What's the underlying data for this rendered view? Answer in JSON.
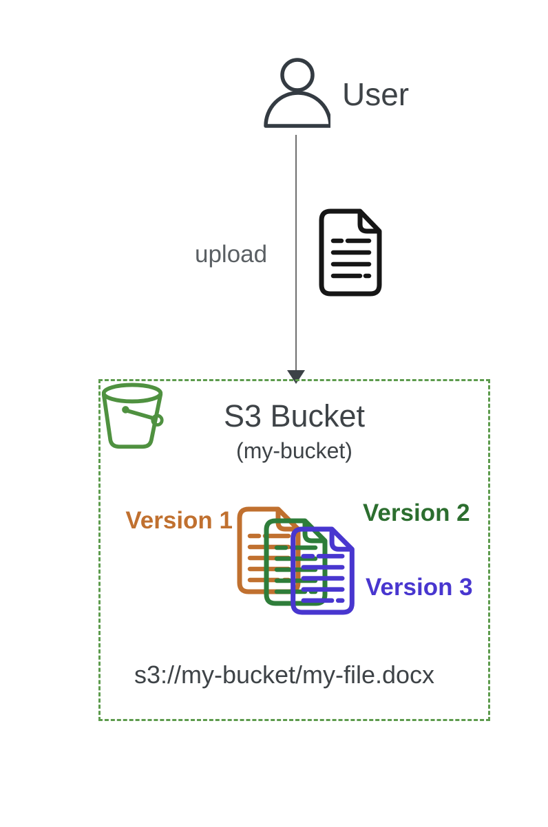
{
  "user": {
    "label": "User",
    "icon": "person-icon"
  },
  "upload": {
    "label": "upload",
    "icon": "document-icon"
  },
  "bucket": {
    "title": "S3 Bucket",
    "subtitle": "(my-bucket)",
    "icon": "bucket-icon",
    "uri": "s3://my-bucket/my-file.docx",
    "versions": [
      {
        "label": "Version 1",
        "color": "#c0702f",
        "icon": "document-icon"
      },
      {
        "label": "Version 2",
        "color": "#2c6e2f",
        "icon": "document-icon"
      },
      {
        "label": "Version 3",
        "color": "#4836cf",
        "icon": "document-icon"
      }
    ]
  },
  "colors": {
    "diagram_green": "#5d9b4d",
    "bucket_green": "#4f9140",
    "doc_green": "#2e7d3a",
    "version1_orange": "#c0702f",
    "version2_green": "#2c6e2f",
    "version3_indigo": "#4836cf",
    "ink_black": "#161616",
    "user_dark": "#343b42",
    "text_dark": "#3e4347",
    "text_gray": "#5a5f63",
    "arrow_gray": "#6e6e6e",
    "arrowhead_dark": "#3c4247"
  }
}
